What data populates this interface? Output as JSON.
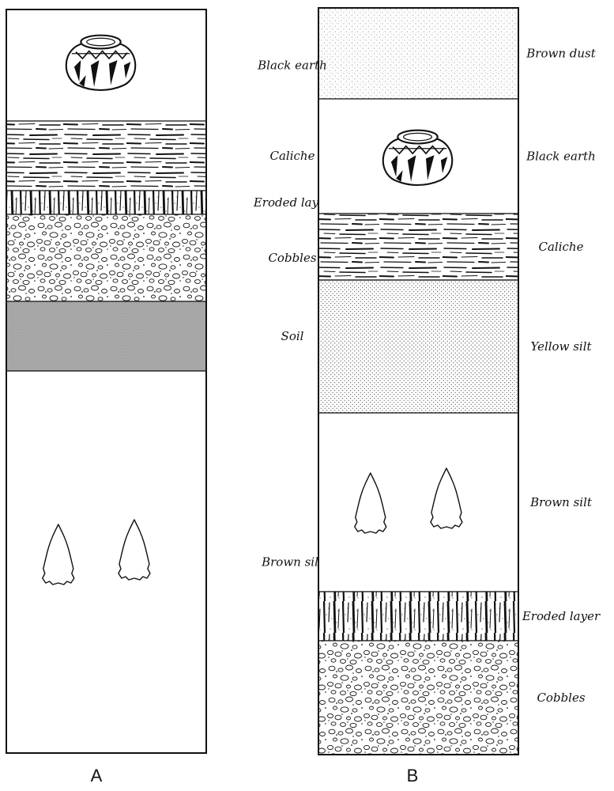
{
  "columns": [
    {
      "letter": "A",
      "layers": [
        {
          "label": "Black earth",
          "pattern": "blank",
          "artifact": "pot"
        },
        {
          "label": "Caliche",
          "pattern": "streaks"
        },
        {
          "label": "Eroded layer",
          "pattern": "eroded"
        },
        {
          "label": "Cobbles",
          "pattern": "cobbles"
        },
        {
          "label": "Soil",
          "pattern": "gray"
        },
        {
          "label": "Brown silt",
          "pattern": "blank",
          "artifact": "points"
        }
      ]
    },
    {
      "letter": "B",
      "layers": [
        {
          "label": "Brown dust",
          "pattern": "fine-stipple"
        },
        {
          "label": "Black earth",
          "pattern": "blank",
          "artifact": "pot"
        },
        {
          "label": "Caliche",
          "pattern": "streaks"
        },
        {
          "label": "Yellow silt",
          "pattern": "dots"
        },
        {
          "label": "Brown silt",
          "pattern": "blank",
          "artifact": "points"
        },
        {
          "label": "Eroded layer",
          "pattern": "eroded"
        },
        {
          "label": "Cobbles",
          "pattern": "cobbles"
        }
      ]
    }
  ]
}
